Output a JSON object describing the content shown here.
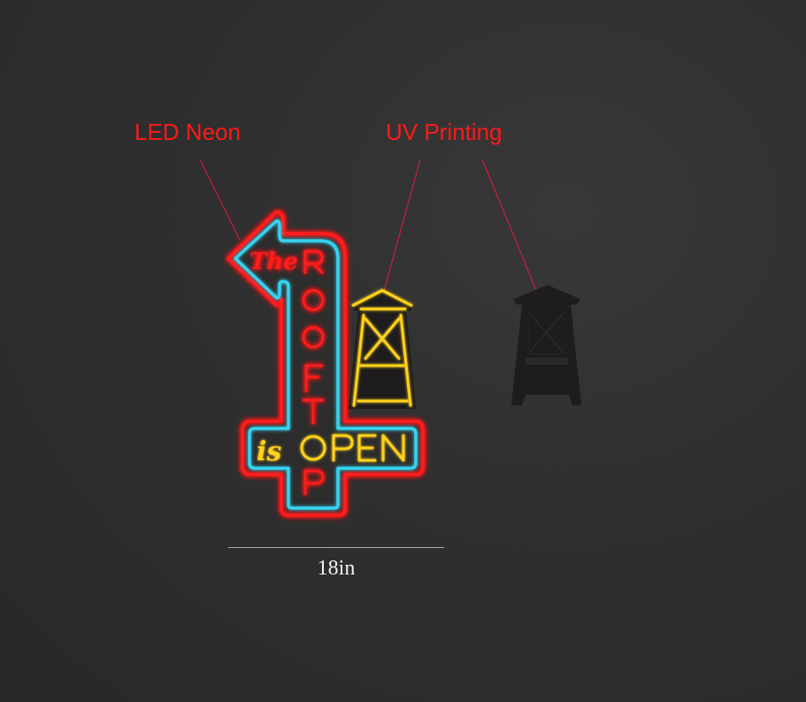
{
  "callouts": {
    "led_neon": "LED Neon",
    "uv_printing": "UV Printing"
  },
  "sign": {
    "script_top": "The",
    "vertical_word": "ROOFTOP",
    "vertical_letters": [
      "R",
      "O",
      "O",
      "F",
      "T",
      "O",
      "P"
    ],
    "script_bottom": "is",
    "open_word": "OPEN",
    "open_rest": "PEN"
  },
  "dimension": {
    "width_label": "18in"
  },
  "colors": {
    "background": "#2e2e2e",
    "callout_text": "#ff1a1a",
    "callout_line": "#e8193c",
    "neon_red": "#ff1a1a",
    "neon_cyan": "#36d3ef",
    "neon_yellow": "#ffd21a",
    "uv_tower": "#1e1c1d",
    "dimension_line": "#a8a8a8",
    "dimension_text": "#f2f2f2"
  }
}
